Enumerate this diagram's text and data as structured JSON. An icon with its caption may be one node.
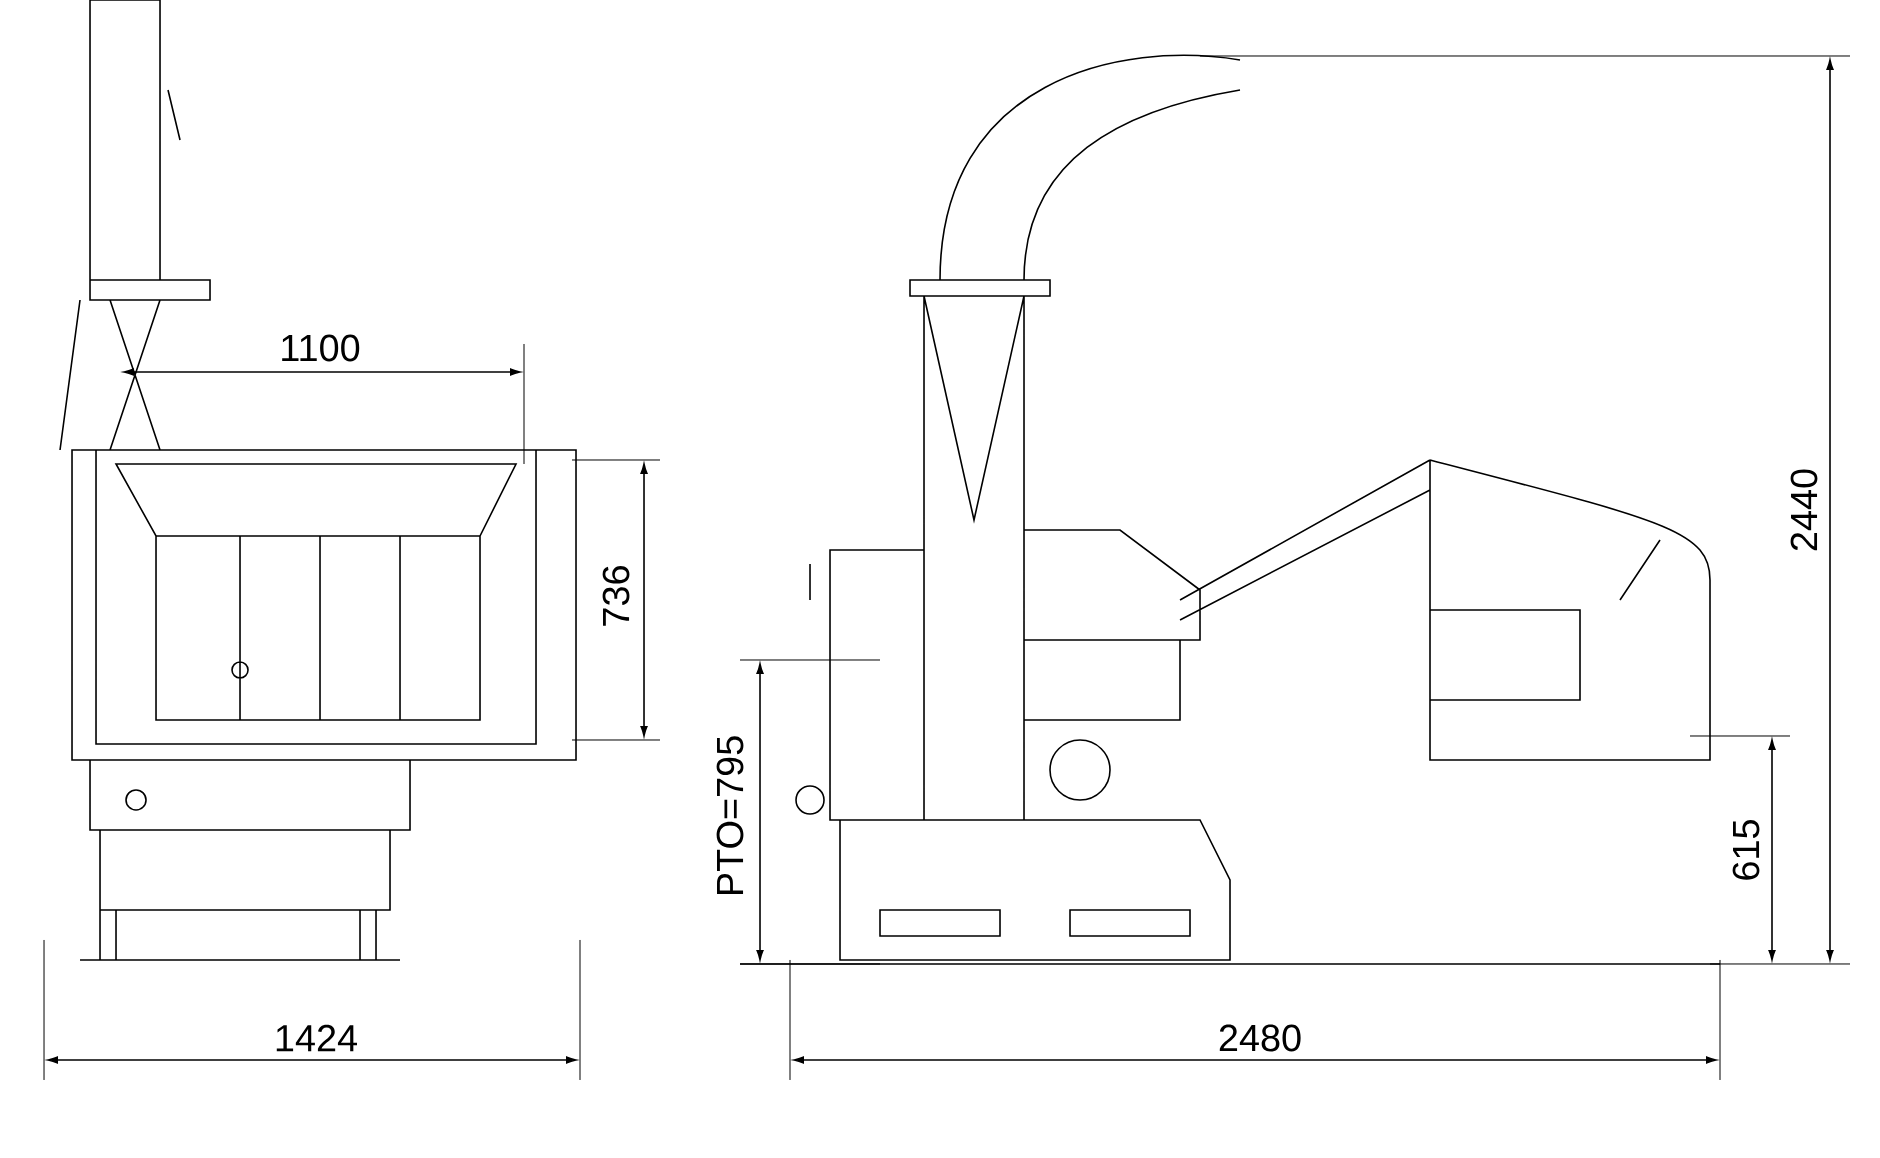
{
  "diagram": {
    "labels": [
      "1100",
      "736",
      "2440",
      "PTO=795",
      "615",
      "1424",
      "2480"
    ]
  }
}
